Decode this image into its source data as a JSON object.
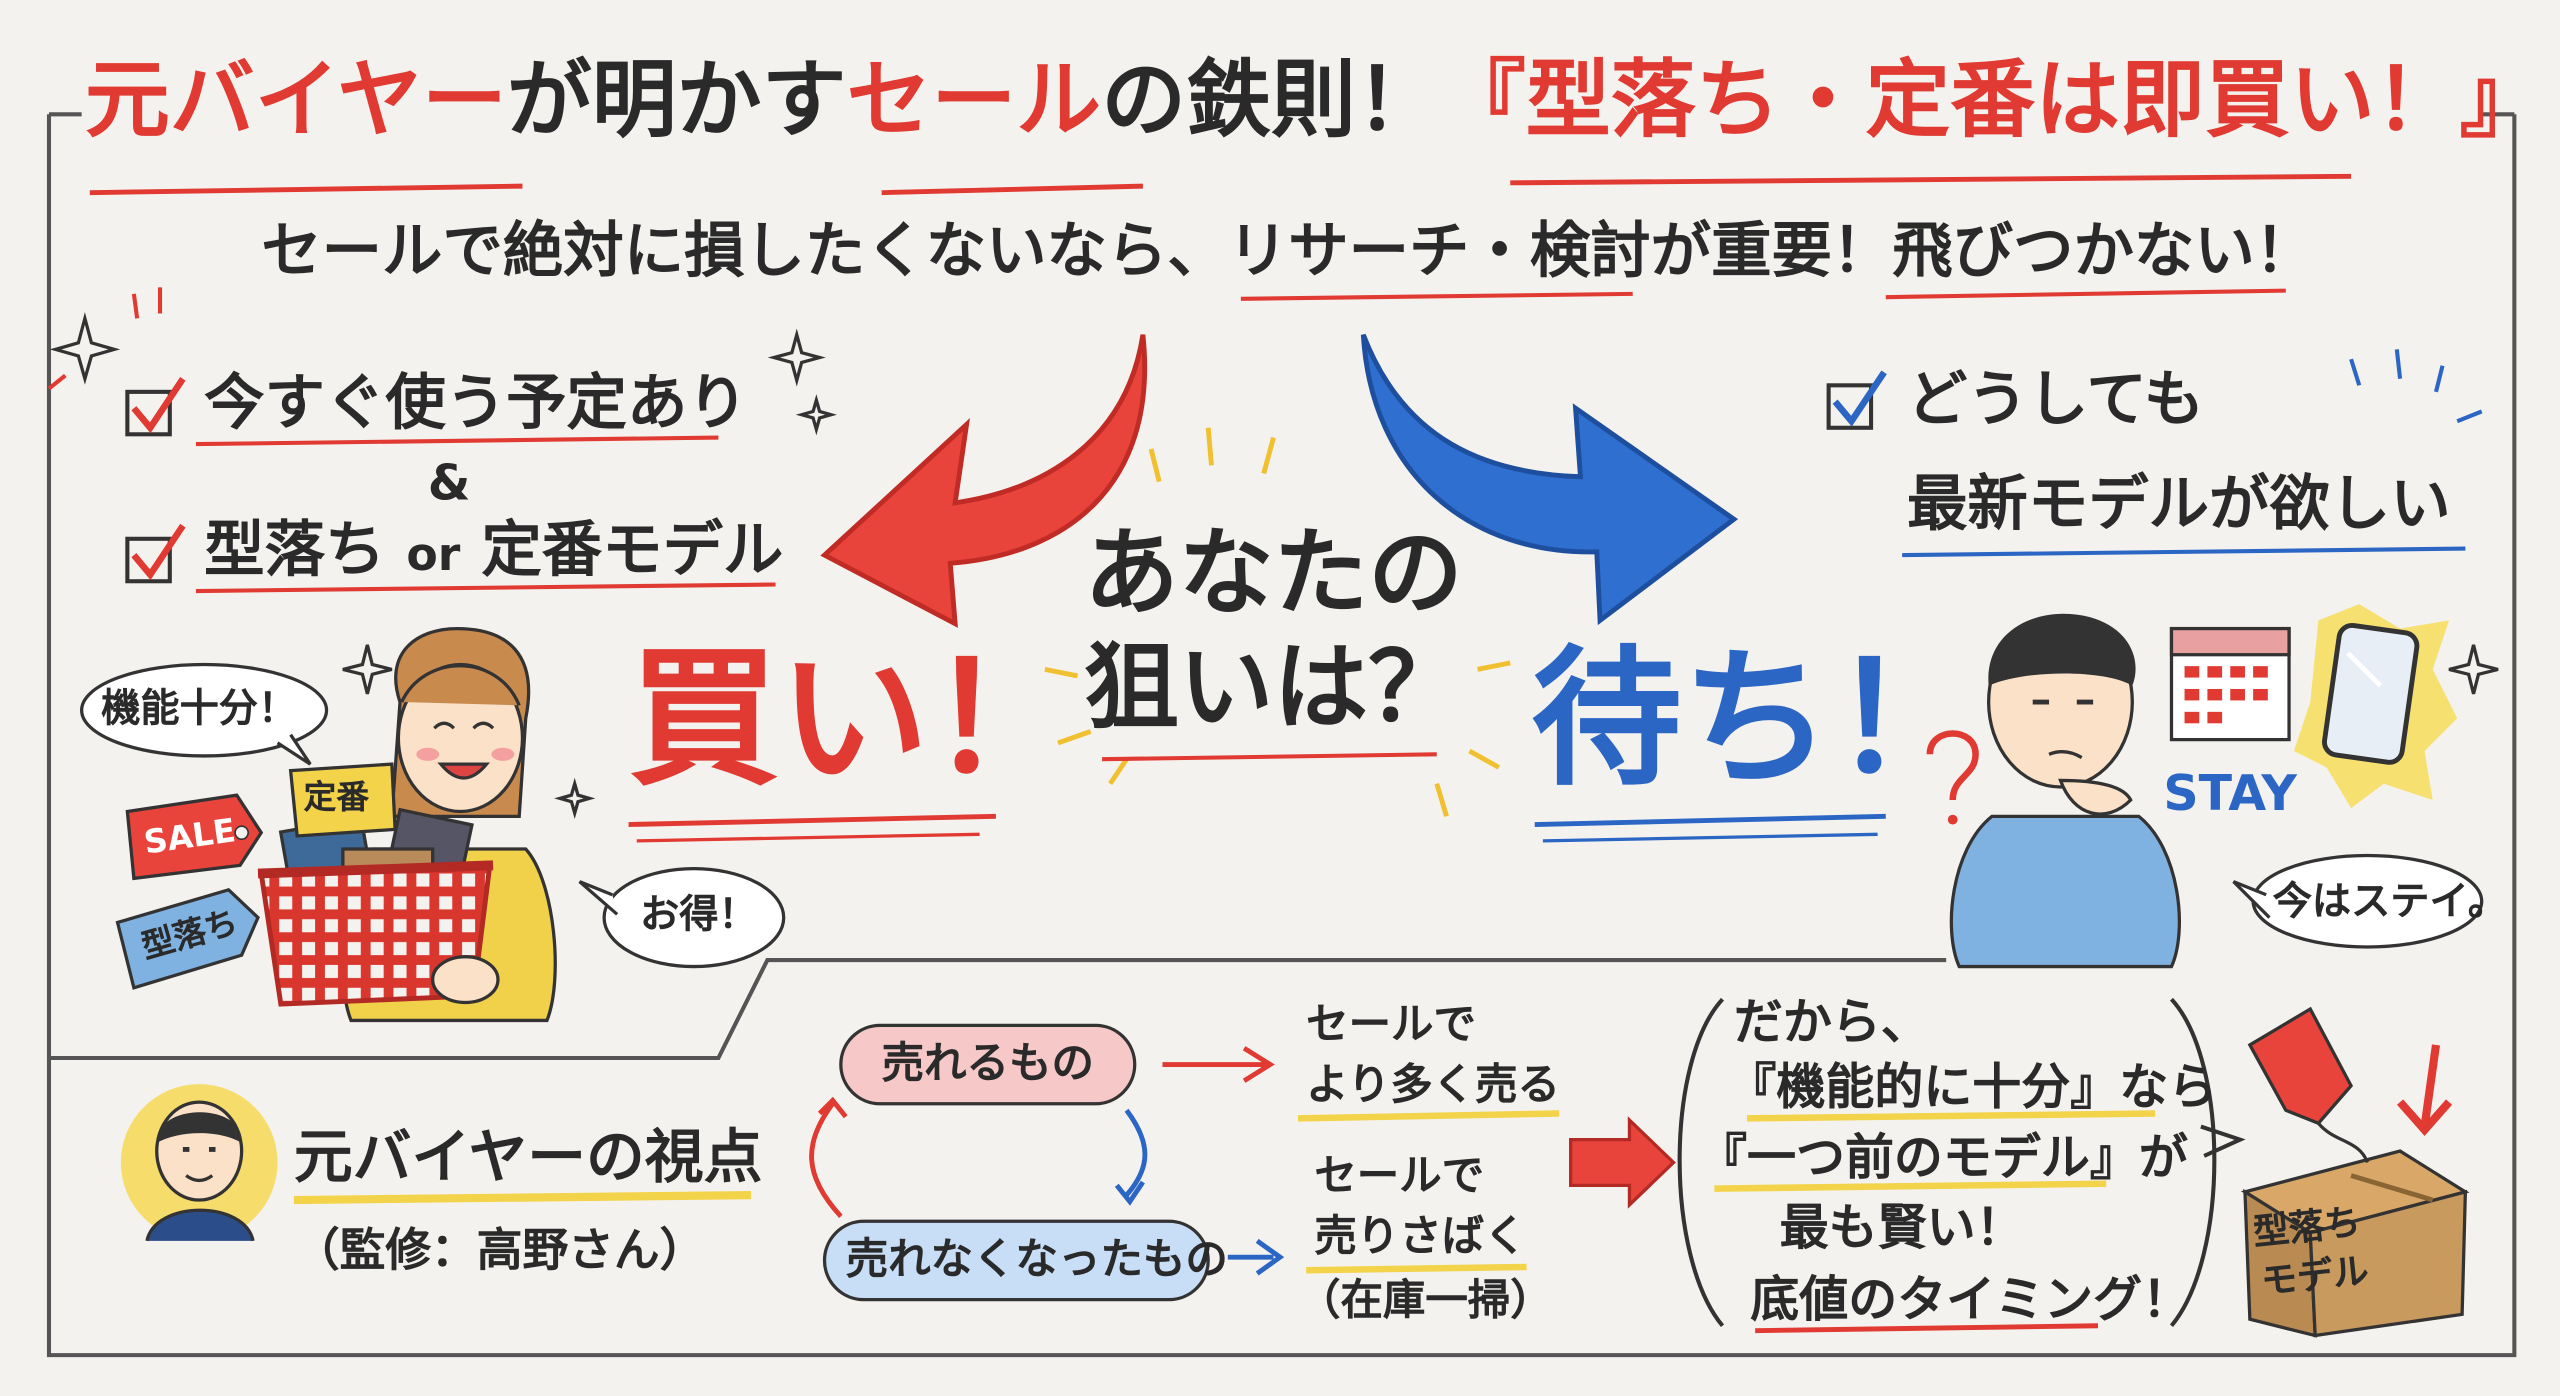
{
  "title": {
    "part1": "元バイヤー",
    "part2": "が明かす",
    "part3": "セール",
    "part4": "の鉄則！",
    "part5": "『型落ち・定番は即買い！』"
  },
  "subtitle": "セールで絶対に損したくないなら、リサーチ・検討が重要！飛びつかない！",
  "left": {
    "item1": "今すぐ使う予定あり",
    "and": "&",
    "item2a": "型落ち",
    "item2b": "or",
    "item2c": "定番モデル",
    "verdict": "買い！",
    "bubble1": "機能十分！",
    "bubble2": "お得！",
    "tag_sale": "SALE",
    "tag_teiban": "定番",
    "tag_kataochi": "型落ち"
  },
  "center": {
    "line1": "あなたの",
    "line2": "狙いは？"
  },
  "right": {
    "item1": "どうしても",
    "item2": "最新モデルが欲しい",
    "verdict": "待ち！",
    "stay": "STAY",
    "bubble": "今はステイ。"
  },
  "bottom": {
    "buyer_title": "元バイヤーの視点",
    "buyer_sub": "（監修：高野さん）",
    "sells": "売れるもの",
    "not_sells": "売れなくなったもの",
    "sells_result1": "セールで",
    "sells_result2": "より多く売る",
    "not_result1": "セールで",
    "not_result2": "売りさばく",
    "not_result3": "（在庫一掃）",
    "concl1": "だから、",
    "concl2": "『機能的に十分』なら",
    "concl3": "『一つ前のモデル』が",
    "concl4": "最も賢い！",
    "concl5": "底値のタイミング！",
    "box_label1": "型落ち",
    "box_label2": "モデル"
  },
  "colors": {
    "red": "#e03a32",
    "blue": "#2b66c4",
    "yellow": "#f3d34a",
    "paper": "#f4f2ee"
  }
}
